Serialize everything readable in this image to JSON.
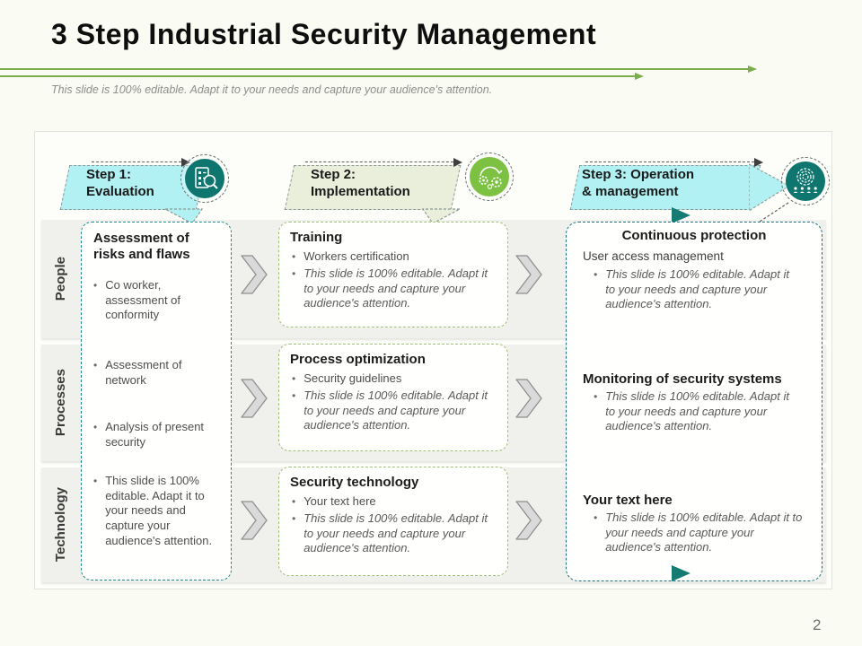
{
  "slide": {
    "title": "3 Step Industrial Security Management",
    "subtitle": "This slide is 100% editable. Adapt it to your needs and capture your audience's attention.",
    "page_number": "2"
  },
  "colors": {
    "teal_icon": "#0f756f",
    "cyan_fill": "#b2f1f3",
    "light_green_fill": "#e9efdb",
    "green_icon": "#7cc142",
    "line_green": "#7bac4e"
  },
  "steps": [
    {
      "line1": "Step 1:",
      "line2": "Evaluation",
      "icon": "audit-checklist-magnifier-icon"
    },
    {
      "line1": "Step 2:",
      "line2": "Implementation",
      "icon": "gears-process-icon"
    },
    {
      "line1": "Step 3: Operation",
      "line2": "& management",
      "icon": "fingerprint-users-icon"
    }
  ],
  "row_labels": [
    "People",
    "Processes",
    "Technology"
  ],
  "evaluation_box": {
    "title": "Assessment of risks and flaws",
    "bullets": [
      "Co worker, assessment of conformity",
      "Assessment of network",
      "Analysis of present security",
      "This slide is 100% editable. Adapt it to your needs and capture your audience's attention."
    ]
  },
  "implementation_boxes": [
    {
      "title": "Training",
      "bullet1": "Workers certification",
      "bullet2": "This slide is 100% editable. Adapt it to your needs and capture your audience's attention."
    },
    {
      "title": "Process optimization",
      "bullet1": "Security guidelines",
      "bullet2": "This slide is 100% editable. Adapt it to your needs and capture your audience's attention."
    },
    {
      "title": "Security technology",
      "bullet1": "Your text here",
      "bullet2": "This slide is 100% editable. Adapt it to your needs and capture your audience's attention."
    }
  ],
  "operation_sections": [
    {
      "title": "Continuous protection",
      "subtitle": "User access management",
      "bullet": "This slide is 100% editable. Adapt it to your needs and capture your audience's attention."
    },
    {
      "title": "Monitoring of security systems",
      "bullet": "This slide is 100% editable. Adapt it to your needs and capture your audience's attention."
    },
    {
      "title": "Your text here",
      "bullet": "This slide is 100% editable. Adapt it to your needs and capture your audience's attention."
    }
  ]
}
